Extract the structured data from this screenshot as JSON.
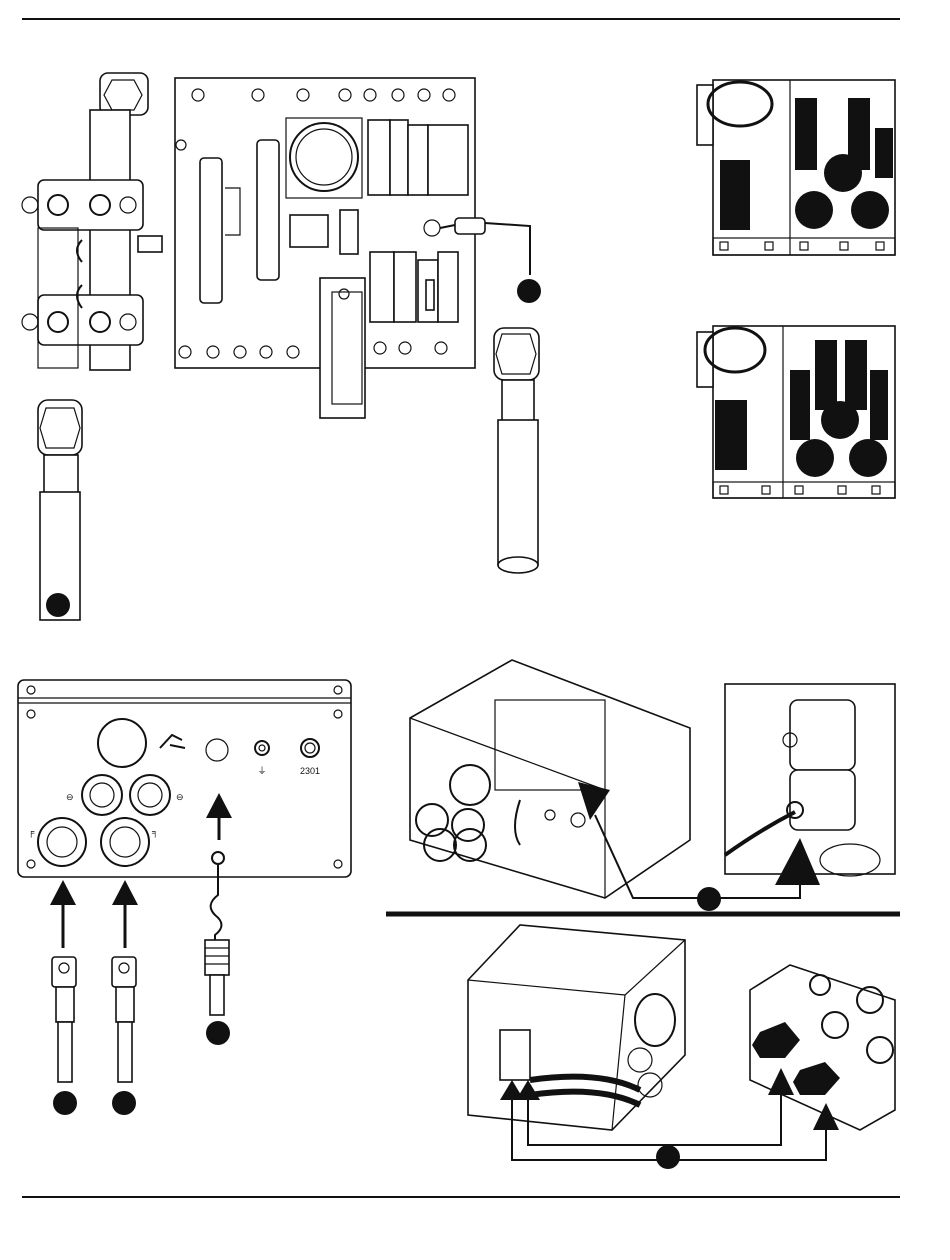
{
  "panel_labels": {
    "connector_code": "2301"
  },
  "callout_markers": [
    "top-diagram-left-cable-marker",
    "top-diagram-right-cable-marker",
    "connector-panel-cable-1-marker",
    "connector-panel-cable-2-marker",
    "connector-panel-ground-lead-marker",
    "chassis-ground-route-marker",
    "coolant-hose-route-marker"
  ],
  "icons": [
    "power-switch-icon",
    "torch-icon",
    "remote-icon",
    "ground-icon",
    "positive-terminal-icon",
    "negative-terminal-icon",
    "gas-in-icon",
    "gas-out-icon"
  ]
}
